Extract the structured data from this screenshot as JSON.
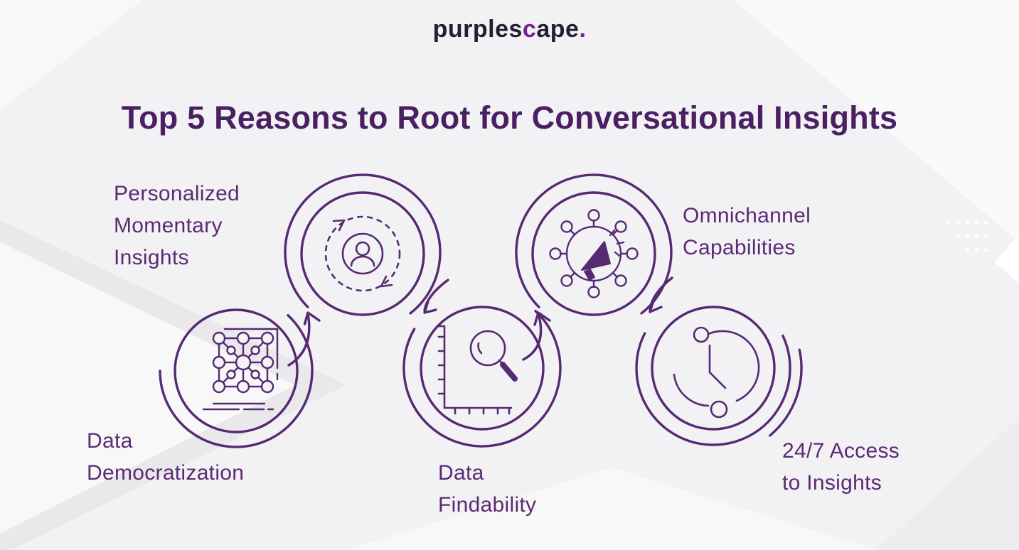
{
  "logo": {
    "part1": "purples",
    "part2": "c",
    "part3": "ape",
    "part4": "."
  },
  "title": "Top 5 Reasons to Root for Conversational Insights",
  "items": [
    {
      "id": 1,
      "icon": "refresh-user-icon",
      "label_lines": [
        "Personalized",
        "Momentary",
        "Insights"
      ]
    },
    {
      "id": 2,
      "icon": "network-grid-icon",
      "label_lines": [
        "Data",
        "Democratization"
      ]
    },
    {
      "id": 3,
      "icon": "chart-magnifier-icon",
      "label_lines": [
        "Data",
        "Findability"
      ]
    },
    {
      "id": 4,
      "icon": "megaphone-network-icon",
      "label_lines": [
        "Omnichannel",
        "Capabilities"
      ]
    },
    {
      "id": 5,
      "icon": "clock-sync-icon",
      "label_lines": [
        "24/7 Access",
        "to Insights"
      ]
    }
  ],
  "colors": {
    "accent_purple": "#562a72",
    "title_purple": "#4a2063",
    "label_purple": "#5c2a74",
    "logo_dark": "#231e31",
    "logo_accent": "#74228f",
    "background": "#f2f2f4"
  }
}
